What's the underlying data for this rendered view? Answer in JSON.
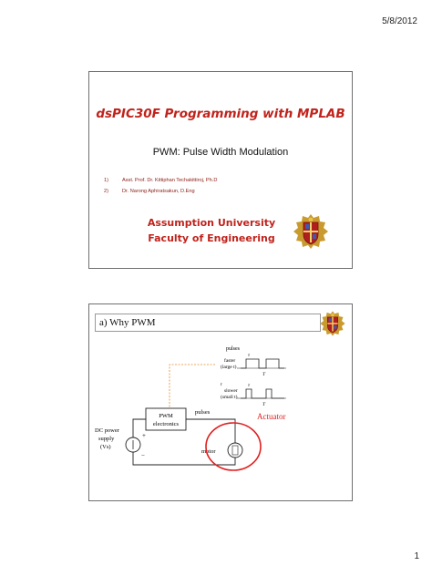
{
  "page": {
    "date": "5/8/2012",
    "number": "1"
  },
  "slide1": {
    "title": "dsPIC30F Programming with MPLAB",
    "subtitle": "PWM: Pulse Width Modulation",
    "authors": [
      {
        "num": "1)",
        "name": "Asst. Prof. Dr. Kittiphan Techakittiroj, Ph.D"
      },
      {
        "num": "2)",
        "name": "Dr. Narong Aphiratsakun, D.Eng"
      }
    ],
    "university": "Assumption University",
    "faculty": "Faculty of Engineering",
    "title_color": "#c0231c",
    "crest_icon": "university-crest-icon"
  },
  "slide2": {
    "heading": "a) Why PWM",
    "diagram": {
      "pulses_top": "pulses",
      "faster_line1": "faster",
      "faster_line2": "(large t)",
      "slower_line1": "slower",
      "slower_line2": "(small t)",
      "tau": "τ",
      "period": "T",
      "t_label": "t",
      "pwm_line1": "PWM",
      "pwm_line2": "electronics",
      "pulses_label": "pulses",
      "actuator": "Actuator",
      "motor": "motor",
      "dc_line1": "DC power",
      "dc_line2": "supply",
      "dc_line3": "(Vs)",
      "plus": "+",
      "minus": "−"
    },
    "actuator_color": "#e02020",
    "crest_icon": "university-crest-icon"
  }
}
